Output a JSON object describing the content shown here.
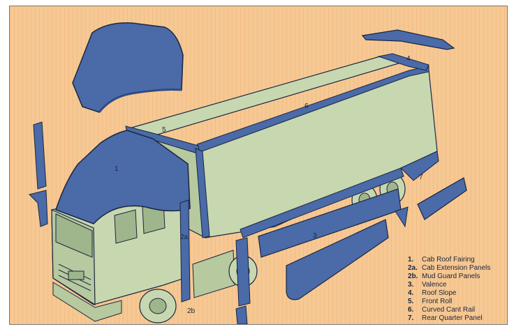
{
  "colors": {
    "background": "#f6c893",
    "panel_blue": "#4a6aa8",
    "panel_blue_dark": "#2f4a86",
    "body_green": "#c7d8b0",
    "body_green_dark": "#9fb58c",
    "outline": "#1b2540",
    "frame": "#777777"
  },
  "callouts": {
    "c1": "1",
    "c2a": "2a",
    "c2b": "2b",
    "c3": "3",
    "c4": "4",
    "c5": "5",
    "c6": "6",
    "c7": "7"
  },
  "legend": [
    {
      "num": "1.",
      "text": "Cab Roof Fairing"
    },
    {
      "num": "2a.",
      "text": "Cab Extension Panels"
    },
    {
      "num": "2b.",
      "text": "Mud Guard Panels"
    },
    {
      "num": "3.",
      "text": "Valence"
    },
    {
      "num": "4.",
      "text": "Roof Slope"
    },
    {
      "num": "5.",
      "text": "Front Roll"
    },
    {
      "num": "6.",
      "text": "Curved Cant Rail"
    },
    {
      "num": "7.",
      "text": "Rear Quarter Panel"
    }
  ]
}
